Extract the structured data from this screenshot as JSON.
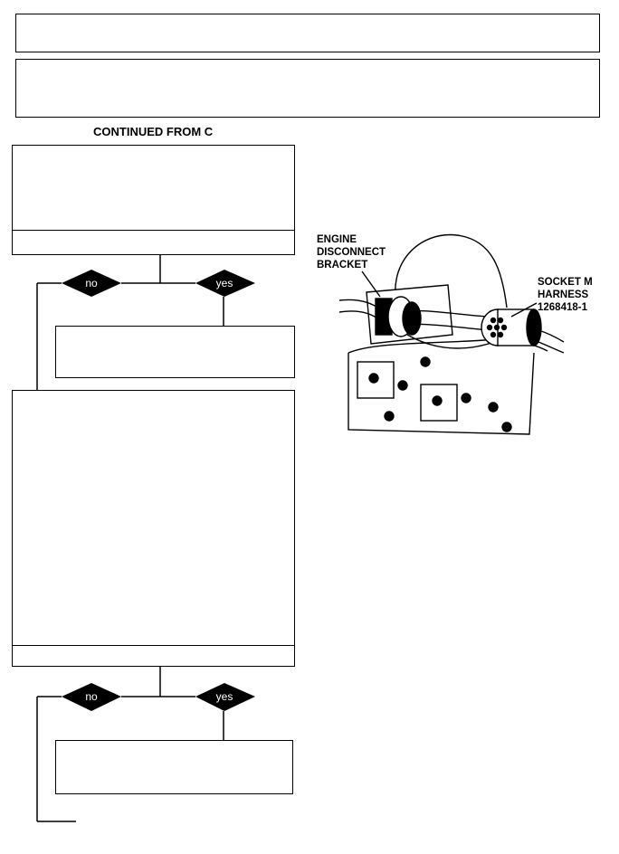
{
  "header": {
    "continued_label": "CONTINUED FROM C"
  },
  "decisions": [
    {
      "no_label": "no",
      "yes_label": "yes"
    },
    {
      "no_label": "no",
      "yes_label": "yes"
    }
  ],
  "illustration": {
    "labels": {
      "bracket_line1": "ENGINE",
      "bracket_line2": "DISCONNECT",
      "bracket_line3": "BRACKET",
      "socket_line1": "SOCKET M",
      "socket_line2": "HARNESS",
      "socket_line3": "1268418-1"
    }
  }
}
